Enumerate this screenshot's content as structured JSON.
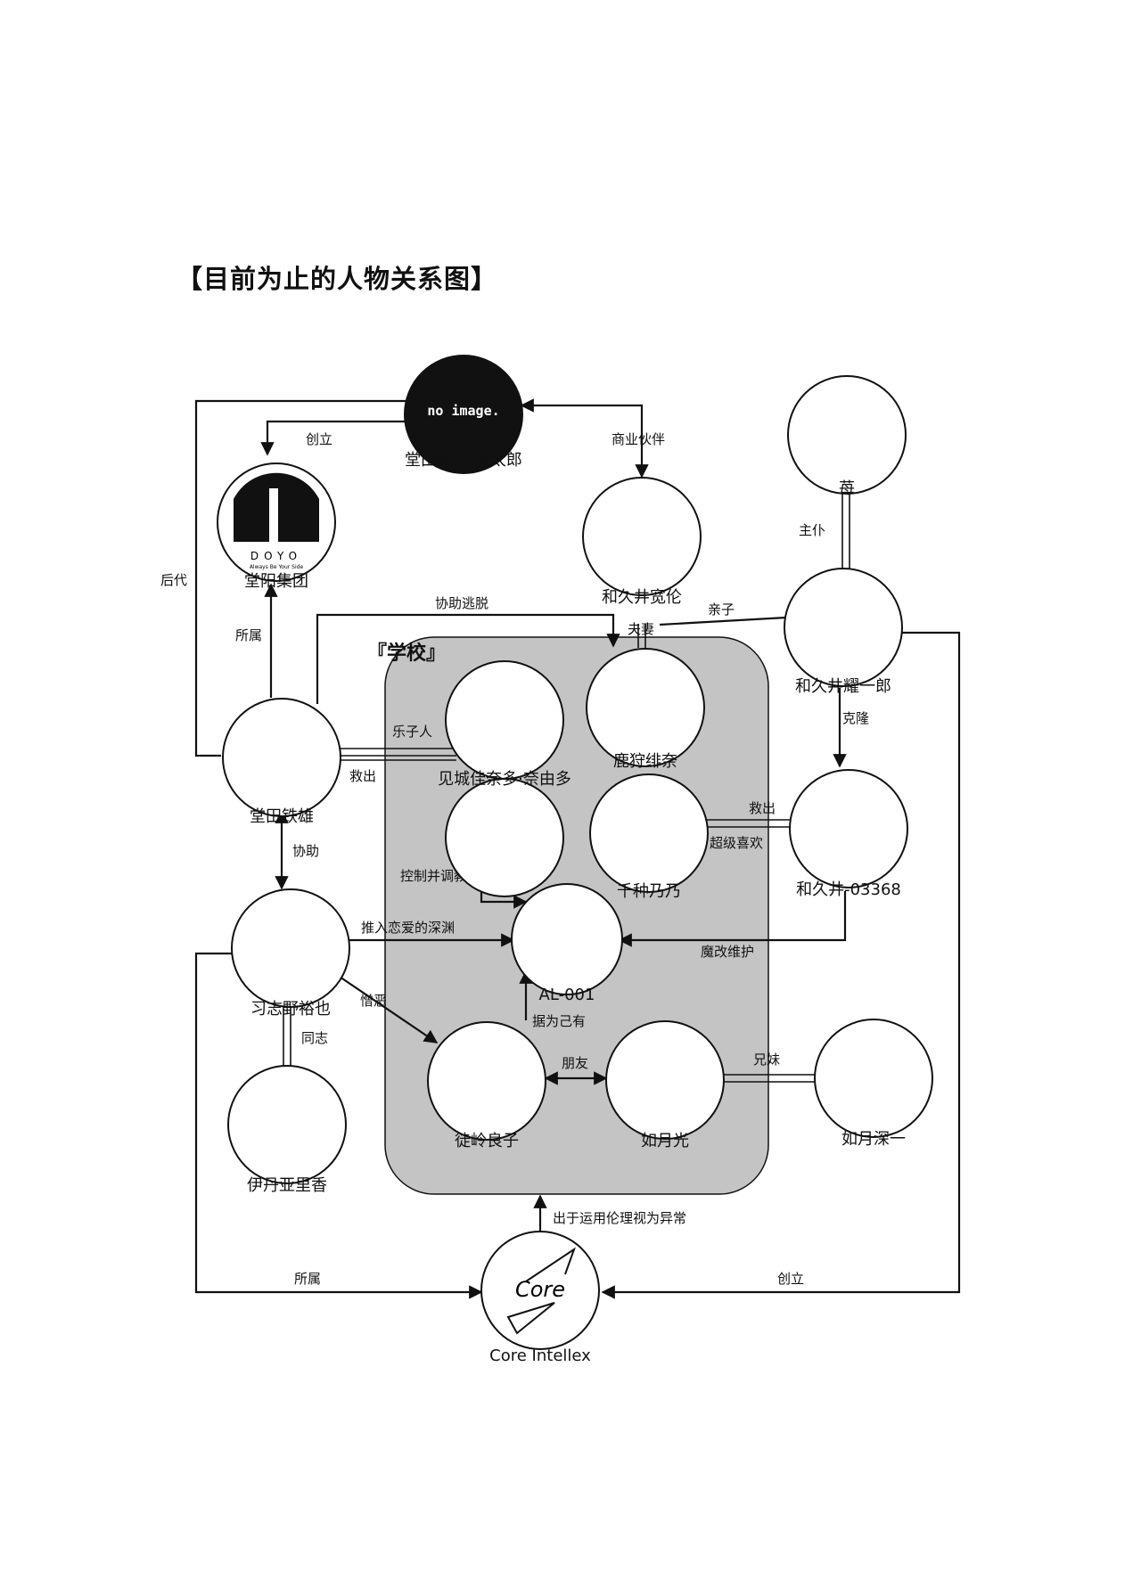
{
  "title": "【目前为止的人物关系图】",
  "school_label": "『学校』",
  "nodes": {
    "dotada_sr": {
      "label": "堂田赤六·夏太郎",
      "image_text": "no image."
    },
    "doyo_group": {
      "label": "堂阳集团",
      "logo_text": "DOYO",
      "logo_subtext": "Always Be Your Side"
    },
    "wakui_kanrun": {
      "label": "和久井宽伦"
    },
    "mei": {
      "label": "苺"
    },
    "wakui_yoichiro": {
      "label": "和久井耀一郎"
    },
    "kagari_hina": {
      "label": "鹿狩绯奈"
    },
    "mishiro": {
      "label": "见城佳奈多·奈由多"
    },
    "dotada_tetsuo": {
      "label": "堂田铁雄"
    },
    "chigusa": {
      "label": "千种乃乃"
    },
    "wakui_03368": {
      "label": "和久井-03368"
    },
    "al001": {
      "label": "AL-001"
    },
    "narashino": {
      "label": "习志野裕也"
    },
    "tokorei": {
      "label": "徒岭良子"
    },
    "kisaragi_hikari": {
      "label": "如月光"
    },
    "kisaragi_shinichi": {
      "label": "如月深一"
    },
    "itami": {
      "label": "伊丹亚里香"
    },
    "core": {
      "label": "Core Intellex",
      "logo_text": "Core"
    }
  },
  "edges": {
    "found_doyo": "创立",
    "business_partner": "商业伙伴",
    "descendant": "后代",
    "master_servant": "主仆",
    "escape_help": "协助逃脱",
    "parent_child": "亲子",
    "spouse": "夫妻",
    "affiliated_top": "所属",
    "clone": "克隆",
    "musician_a": "乐子人",
    "rescue_a": "救出",
    "rescue_b": "救出",
    "super_like": "超级喜欢",
    "assist": "协助",
    "control_train": "控制并调教",
    "push_love": "推入恋爱的深渊",
    "modify_maintain": "魔改维护",
    "hate": "憎恶",
    "seize": "据为己有",
    "comrade": "同志",
    "friend": "朋友",
    "siblings": "兄妹",
    "ethics_anomaly": "出于运用伦理视为异常",
    "affiliated_bottom": "所属",
    "found_core": "创立"
  }
}
